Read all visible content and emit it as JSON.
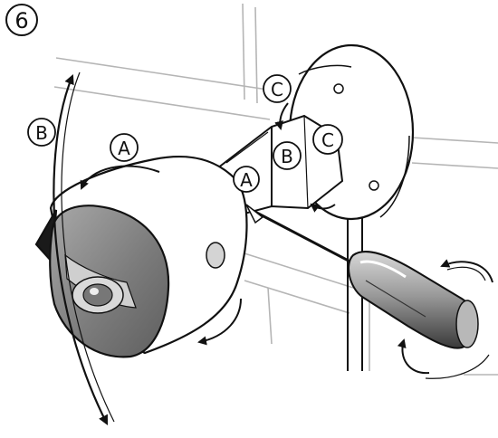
{
  "figure": {
    "step_number": "6",
    "labels": {
      "a_upper": "A",
      "a_lower": "A",
      "b_left": "B",
      "b_bracket": "B",
      "c_top": "C",
      "c_bracket": "C"
    }
  },
  "colors": {
    "line": "#111111",
    "wall_line": "#b5b5b5",
    "lens_dark": "#6e6e6e",
    "lens_mid": "#8f8f8f",
    "lens_light": "#bfbfbf",
    "handle_dark": "#2b2b2b",
    "handle_mid": "#8a8a8a",
    "handle_light": "#cfcfcf",
    "body": "#ffffff"
  }
}
